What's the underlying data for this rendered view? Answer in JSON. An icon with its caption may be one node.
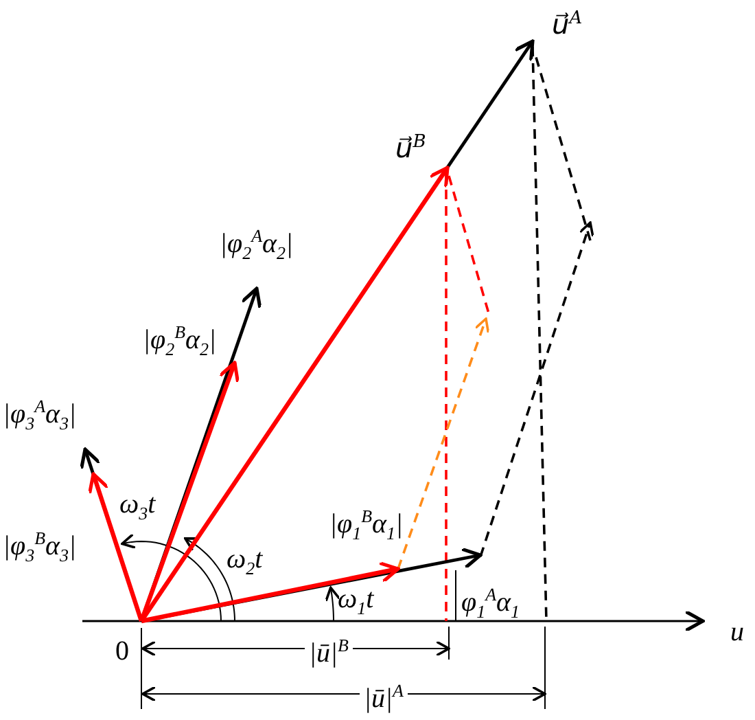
{
  "diagram": {
    "labels": [
      "u⃗$^{A}$",
      "u⃗$^{B}$",
      "|φ$_{2}$$^{A}$α$_{2}$|",
      "|φ$_{2}$$^{B}$α$_{2}$|",
      "|φ$_{3}$$^{A}$α$_{3}$|",
      "|φ$_{3}$$^{B}$α$_{3}$|",
      "ω$_{3}$t",
      "ω$_{2}$t",
      "|φ$_{1}$$^{B}$α$_{1}$|",
      "ω$_{1}$t",
      "φ$_{1}$$^{A}$α$_{1}$",
      "0",
      "u",
      "|ū|$^{B}$",
      "|ū|$^{A}$"
    ]
  }
}
